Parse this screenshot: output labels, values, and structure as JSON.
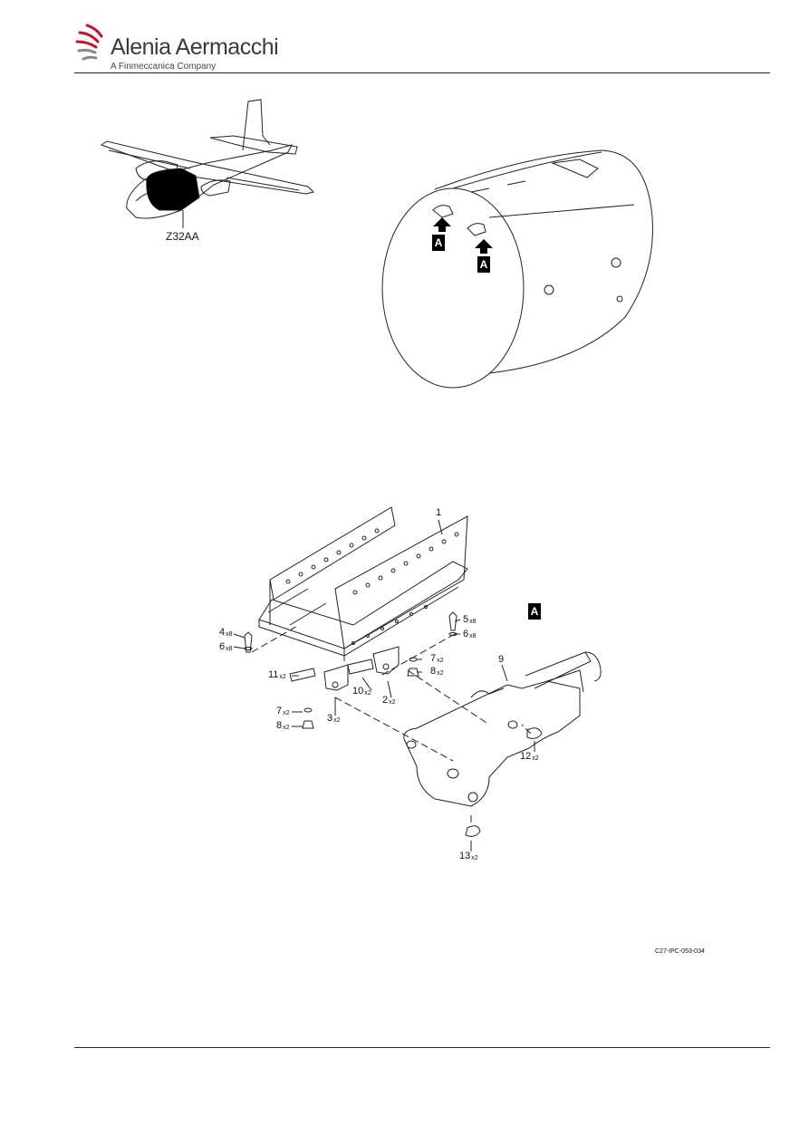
{
  "header": {
    "logo_name": "Alenia Aermacchi",
    "logo_sub": "A Finmeccanica Company",
    "brand_color": "#c8102e"
  },
  "locator": {
    "zone_label": "Z32AA",
    "view_flags": [
      "A",
      "A"
    ]
  },
  "detail": {
    "view_label": "A",
    "callouts": [
      {
        "item": "1",
        "qty": ""
      },
      {
        "item": "4",
        "qty": "x8"
      },
      {
        "item": "6",
        "qty": "x8"
      },
      {
        "item": "5",
        "qty": "x8"
      },
      {
        "item": "6",
        "qty": "x8"
      },
      {
        "item": "7",
        "qty": "x2"
      },
      {
        "item": "8",
        "qty": "x2"
      },
      {
        "item": "9",
        "qty": ""
      },
      {
        "item": "11",
        "qty": "x2"
      },
      {
        "item": "10",
        "qty": "x2"
      },
      {
        "item": "2",
        "qty": "x2"
      },
      {
        "item": "7",
        "qty": "x2"
      },
      {
        "item": "8",
        "qty": "x2"
      },
      {
        "item": "3",
        "qty": "x2"
      },
      {
        "item": "12",
        "qty": "x2"
      },
      {
        "item": "13",
        "qty": "x2"
      }
    ]
  },
  "figure_code": "C27-IPC-053-034"
}
